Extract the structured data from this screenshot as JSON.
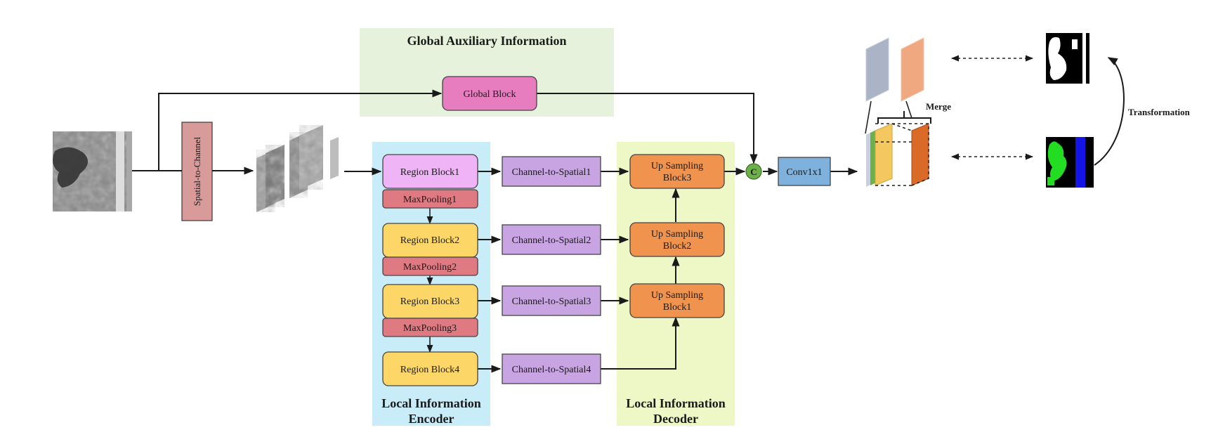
{
  "sections": {
    "global_aux": "Global Auxiliary Information",
    "encoder_line1": "Local Information",
    "encoder_line2": "Encoder",
    "decoder_line1": "Local Information",
    "decoder_line2": "Decoder"
  },
  "blocks": {
    "global_block": "Global Block",
    "spatial_to_channel": "Spatial-to-Channel",
    "region1": "Region Block1",
    "region2": "Region Block2",
    "region3": "Region Block3",
    "region4": "Region Block4",
    "maxpool1": "MaxPooling1",
    "maxpool2": "MaxPooling2",
    "maxpool3": "MaxPooling3",
    "c2s1": "Channel-to-Spatial1",
    "c2s2": "Channel-to-Spatial2",
    "c2s3": "Channel-to-Spatial3",
    "c2s4": "Channel-to-Spatial4",
    "up3_line1": "Up Sampling",
    "up3_line2": "Block3",
    "up2_line1": "Up Sampling",
    "up2_line2": "Block2",
    "up1_line1": "Up Sampling",
    "up1_line2": "Block1",
    "concat": "C",
    "conv": "Conv1x1"
  },
  "labels": {
    "merge": "Merge",
    "transformation": "Transformation"
  },
  "colors": {
    "global_bg": "#e6f2dc",
    "encoder_bg": "#c8ecf8",
    "decoder_bg": "#eef7c6",
    "global_block": "#e77cbf",
    "spatial_to_channel": "#d99a9a",
    "region1": "#efb4f6",
    "region_other": "#fcd768",
    "maxpool": "#e07a82",
    "c2s": "#c9a4e3",
    "upsampling": "#f0934e",
    "concat": "#6cb04a",
    "conv": "#7fb1dd",
    "mask_green": "#22dd22",
    "mask_blue": "#1414e6"
  }
}
